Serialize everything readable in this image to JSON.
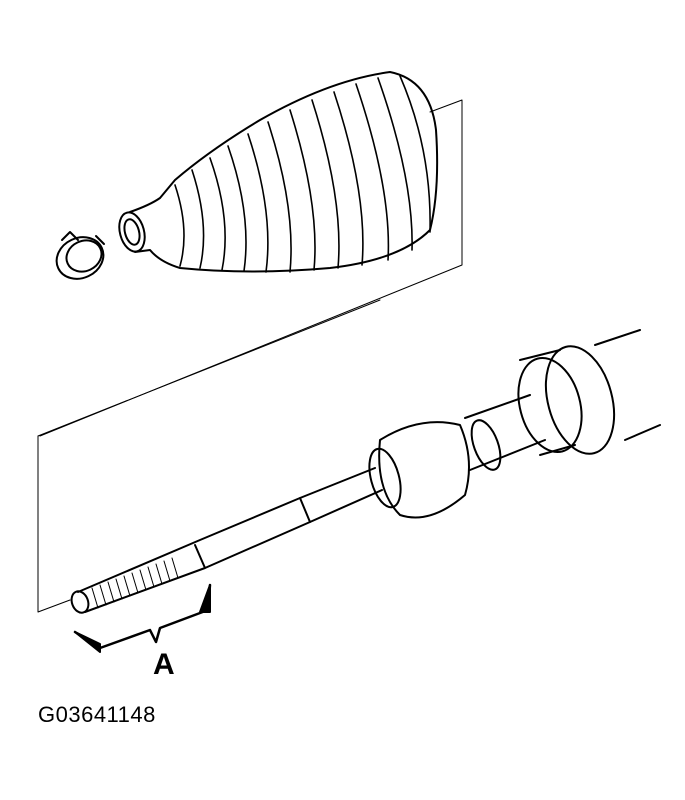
{
  "diagram": {
    "parts": [
      "boot-clamp",
      "steering-rack-boot",
      "tie-rod",
      "inner-ball-joint",
      "rack-housing"
    ],
    "callout_label": "A",
    "figure_id": "G03641148",
    "line_color": "#000000",
    "background": "#ffffff"
  }
}
